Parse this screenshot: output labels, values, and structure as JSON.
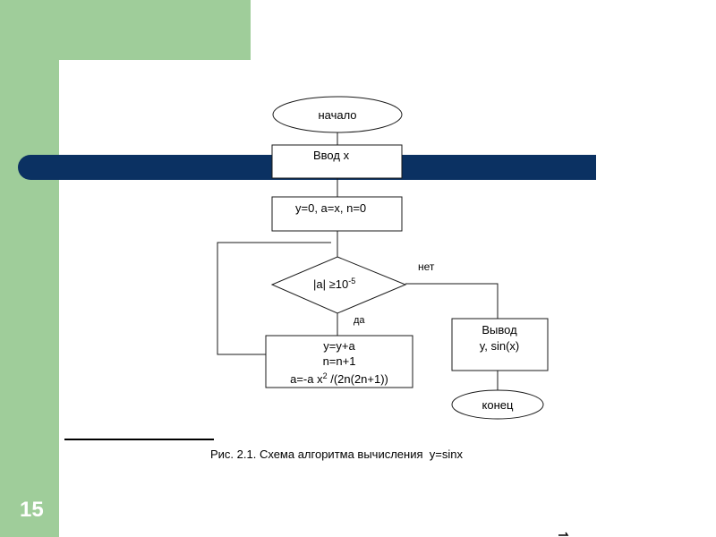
{
  "colors": {
    "green": "#9fcd9a",
    "navy": "#0b3162",
    "shape_border": "#1a1a1a"
  },
  "slide": {
    "number": "15",
    "caption": "Рис. 2.1. Схема алгоритма вычисления  y=sinx"
  },
  "flowchart": {
    "start": "начало",
    "input": "Ввод х",
    "init": "y=0, a=x, n=0",
    "condition": {
      "base": "|a| ≥10",
      "exponent": "-5"
    },
    "label_no": "нет",
    "label_yes": "да",
    "loop": {
      "line1": "y=y+a",
      "line2": "n=n+1",
      "line3_before": "a=-a x",
      "line3_exp": "2",
      "line3_after": " /(2n(2n+1))"
    },
    "output": {
      "line1": "Вывод",
      "line2": "y, sin(x)"
    },
    "end": "конец"
  }
}
